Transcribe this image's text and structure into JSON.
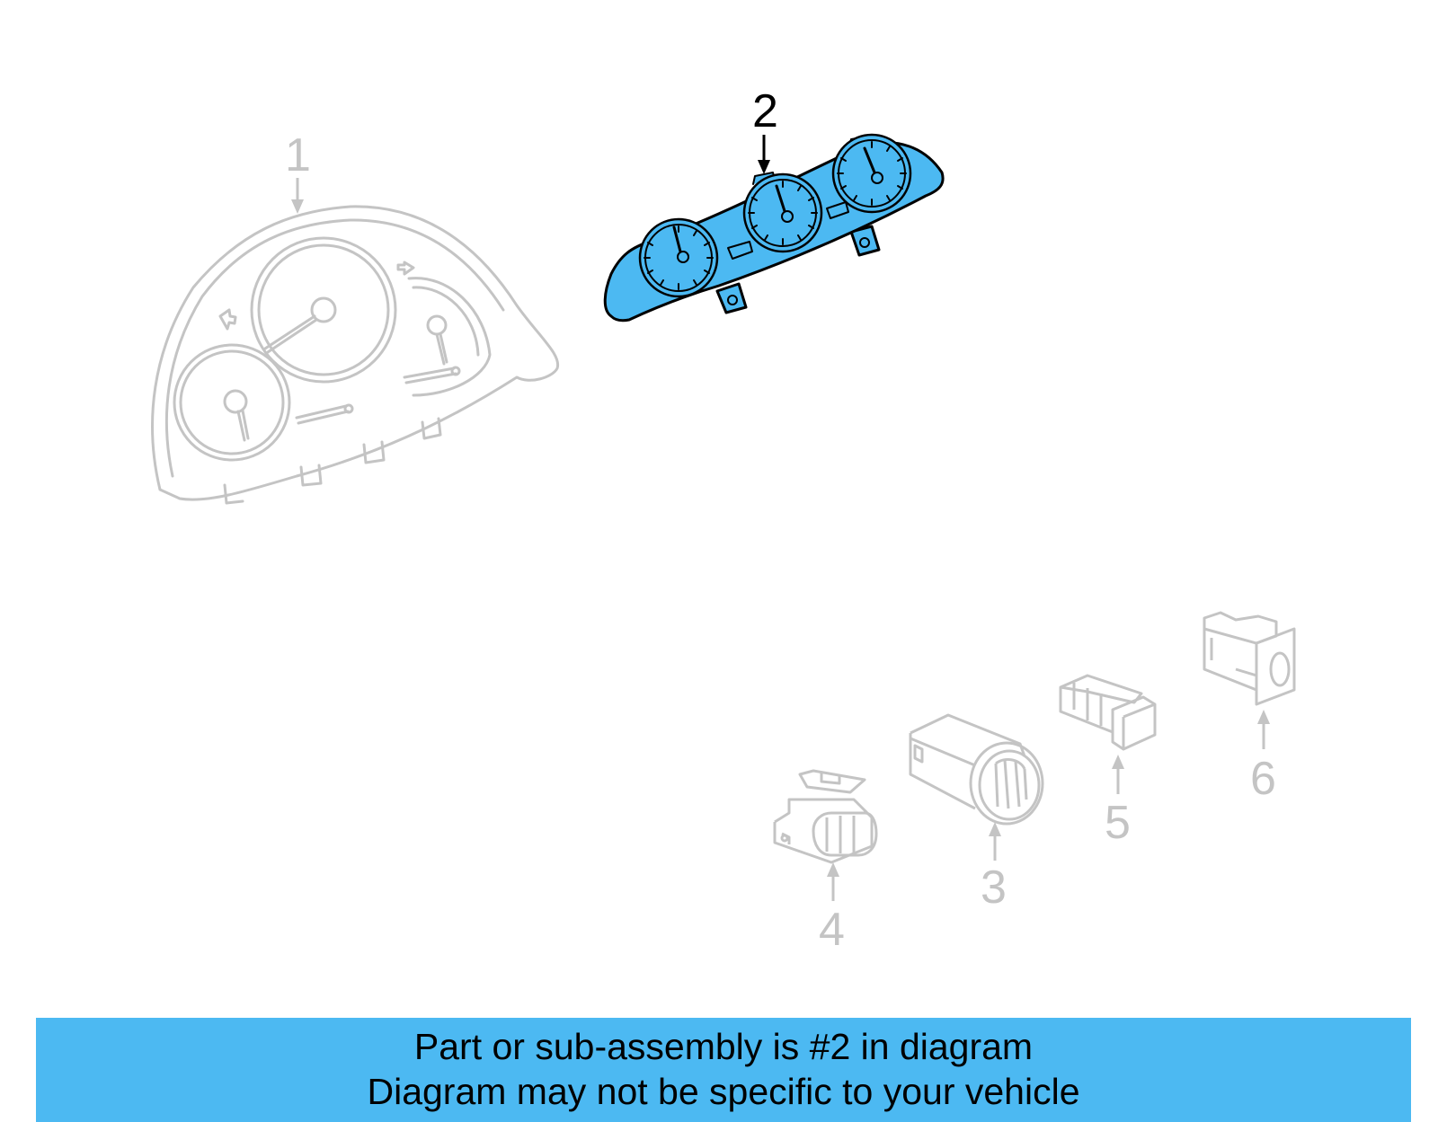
{
  "callouts": {
    "part_1": "1",
    "part_2": "2",
    "part_3": "3",
    "part_4": "4",
    "part_5": "5",
    "part_6": "6"
  },
  "banner": {
    "line1": "Part or sub-assembly is #2 in diagram",
    "line2": "Diagram may not be specific to your vehicle"
  },
  "colors": {
    "highlight": "#4cb9f2",
    "gray_lines": "#c4c4c4",
    "outline": "#000000"
  }
}
